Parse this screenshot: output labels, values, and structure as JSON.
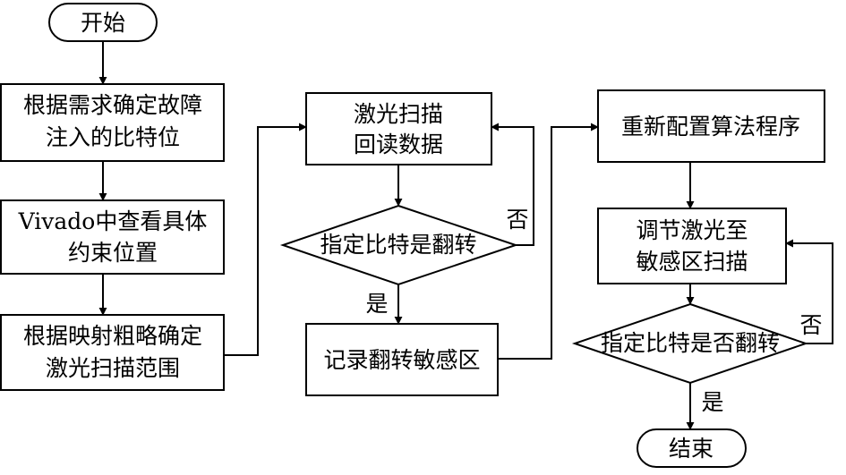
{
  "flowchart": {
    "start": "开始",
    "end": "结束",
    "col1": {
      "step1": [
        "根据需求确定故障",
        "注入的比特位"
      ],
      "step2": [
        "Vivado中查看具体",
        "约束位置"
      ],
      "step3": [
        "根据映射粗略确定",
        "激光扫描范围"
      ]
    },
    "col2": {
      "step1": [
        "激光扫描",
        "回读数据"
      ],
      "decision": "指定比特是翻转",
      "record": "记录翻转敏感区",
      "yes": "是",
      "no": "否"
    },
    "col3": {
      "step1": "重新配置算法程序",
      "step2": [
        "调节激光至",
        "敏感区扫描"
      ],
      "decision": "指定比特是否翻转",
      "yes": "是",
      "no": "否"
    }
  }
}
